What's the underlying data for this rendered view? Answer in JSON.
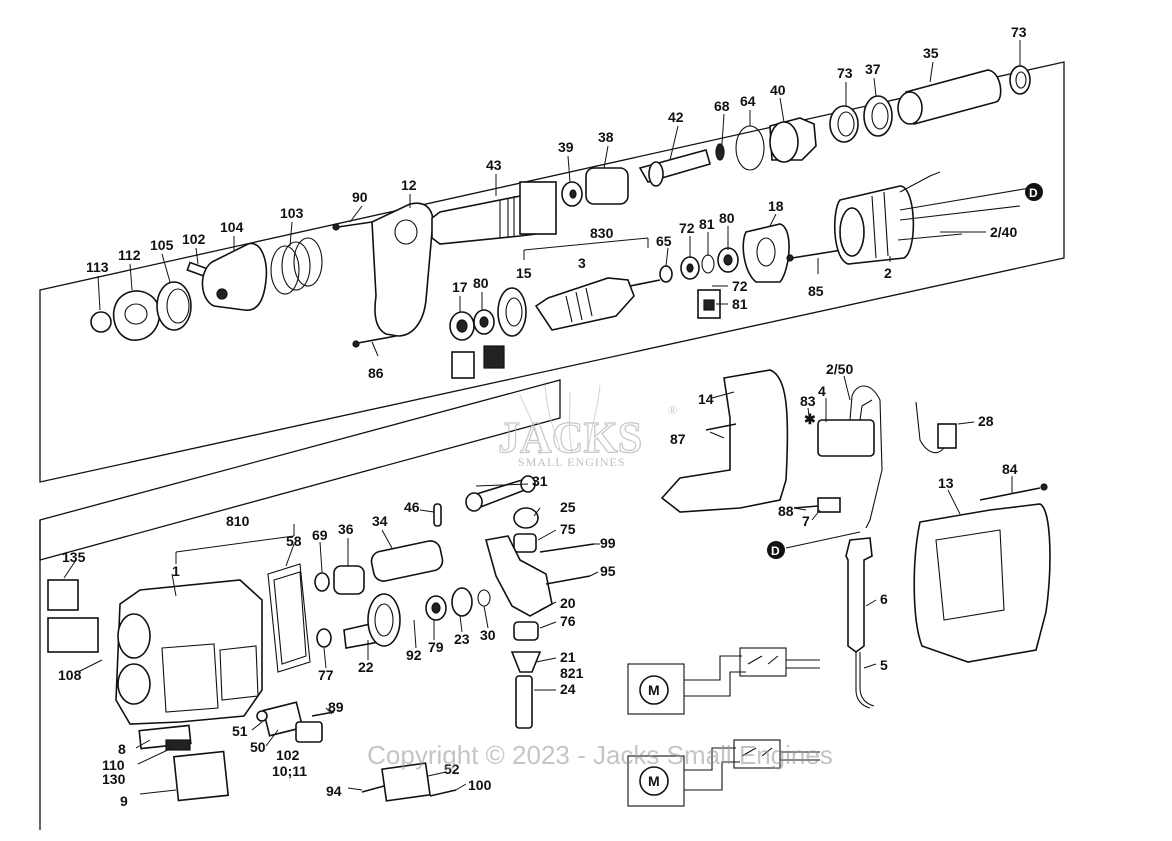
{
  "watermark": {
    "brand": "JACKS",
    "subtitle": "SMALL ENGINES",
    "registered": "®",
    "copyright": "Copyright © 2023 - Jacks Small Engines"
  },
  "connector_marker": "D",
  "motor_symbol": "M",
  "callouts": [
    "73",
    "35",
    "37",
    "73",
    "40",
    "64",
    "68",
    "42",
    "38",
    "39",
    "43",
    "90",
    "12",
    "103",
    "104",
    "102",
    "105",
    "112",
    "113",
    "830",
    "65",
    "15",
    "3",
    "72",
    "81",
    "80",
    "18",
    "2/40",
    "2",
    "85",
    "17",
    "80",
    "86",
    "72",
    "81",
    "14",
    "2/50",
    "4",
    "83",
    "87",
    "28",
    "84",
    "13",
    "31",
    "25",
    "75",
    "46",
    "34",
    "36",
    "69",
    "58",
    "810",
    "1",
    "135",
    "108",
    "99",
    "95",
    "20",
    "76",
    "21",
    "821",
    "24",
    "30",
    "23",
    "79",
    "92",
    "22",
    "77",
    "89",
    "51",
    "50",
    "102",
    "10;11",
    "8",
    "110",
    "130",
    "9",
    "52",
    "94",
    "100",
    "88",
    "7",
    "6",
    "5"
  ],
  "asterisk": "✱"
}
